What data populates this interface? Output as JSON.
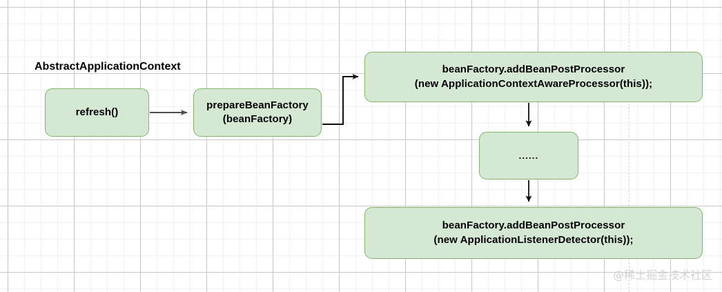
{
  "diagram": {
    "title": "AbstractApplicationContext",
    "type": "flowchart",
    "theme": {
      "node_fill": "#d5e8d4",
      "node_border": "#82b366",
      "edge_color": "#4d4d4d",
      "grid_minor": "#f1f1f1",
      "grid_major": "#c9c9c9",
      "text_color": "#000000",
      "watermark_color": "#d3d3d3",
      "background": "#ffffff"
    },
    "nodes": [
      {
        "id": "refresh",
        "label": "refresh()",
        "shape": "rounded-rectangle"
      },
      {
        "id": "prepare",
        "label": "prepareBeanFactory\n(beanFactory)",
        "shape": "rounded-rectangle"
      },
      {
        "id": "ctx-aware",
        "label": "beanFactory.addBeanPostProcessor\n(new ApplicationContextAwareProcessor(this));",
        "shape": "rounded-rectangle"
      },
      {
        "id": "ellipsis",
        "label": "......",
        "shape": "rounded-rectangle"
      },
      {
        "id": "listener",
        "label": "beanFactory.addBeanPostProcessor\n(new ApplicationListenerDetector(this));",
        "shape": "rounded-rectangle"
      }
    ],
    "edges": [
      {
        "id": "refresh-to-prepare",
        "from": "refresh",
        "to": "prepare",
        "style": "straight-horizontal",
        "arrow": "filled"
      },
      {
        "id": "prepare-to-ctx-aware",
        "from": "prepare",
        "to": "ctx-aware",
        "style": "elbow",
        "arrow": "filled"
      },
      {
        "id": "ctx-aware-to-ellipsis",
        "from": "ctx-aware",
        "to": "ellipsis",
        "style": "straight-vertical",
        "arrow": "filled"
      },
      {
        "id": "ellipsis-to-listener",
        "from": "ellipsis",
        "to": "listener",
        "style": "straight-vertical",
        "arrow": "filled"
      }
    ]
  },
  "watermark": {
    "text": "@稀土掘金技术社区"
  }
}
